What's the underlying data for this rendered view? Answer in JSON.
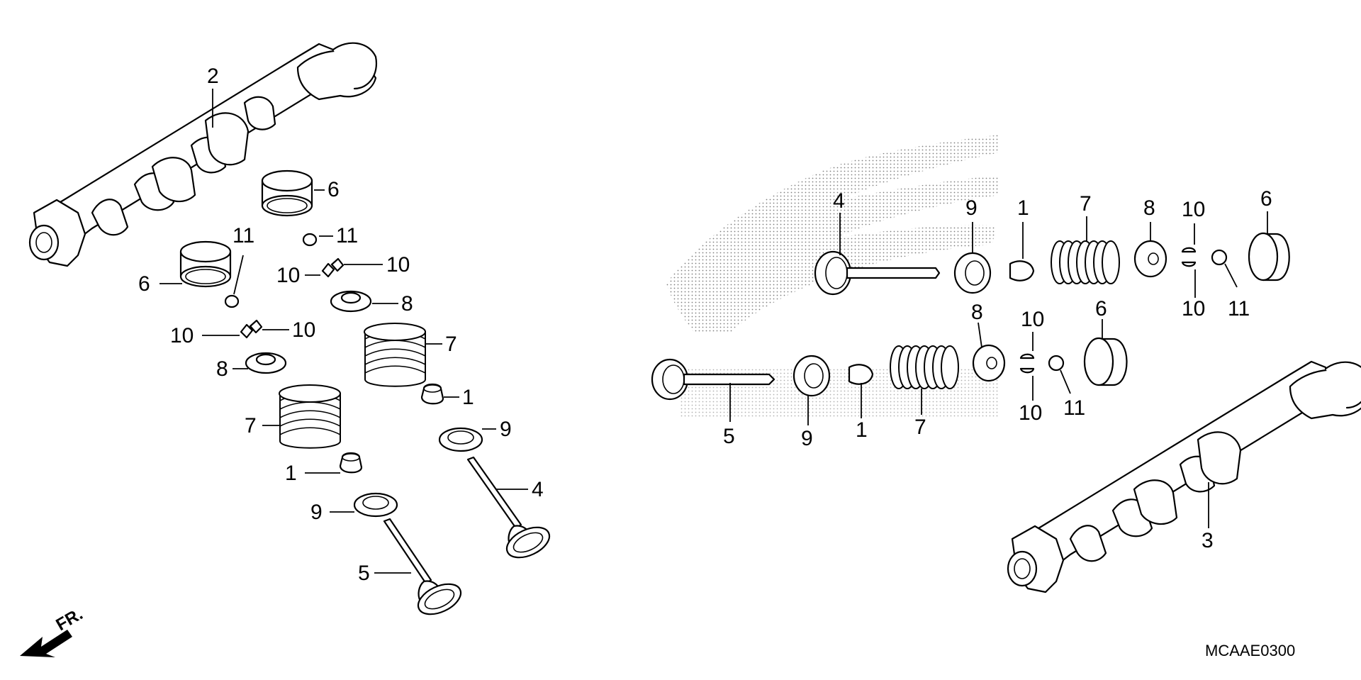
{
  "diagram": {
    "code": "MCAAE0300",
    "direction_label": "FR.",
    "callouts": [
      {
        "id": "c2",
        "text": "2"
      },
      {
        "id": "c6a",
        "text": "6"
      },
      {
        "id": "c11a",
        "text": "11"
      },
      {
        "id": "c11b",
        "text": "11"
      },
      {
        "id": "c6b",
        "text": "6"
      },
      {
        "id": "c10a",
        "text": "10"
      },
      {
        "id": "c10b",
        "text": "10"
      },
      {
        "id": "c8a",
        "text": "8"
      },
      {
        "id": "c10c",
        "text": "10"
      },
      {
        "id": "c10d",
        "text": "10"
      },
      {
        "id": "c7a",
        "text": "7"
      },
      {
        "id": "c8b",
        "text": "8"
      },
      {
        "id": "c1a",
        "text": "1"
      },
      {
        "id": "c7b",
        "text": "7"
      },
      {
        "id": "c9a",
        "text": "9"
      },
      {
        "id": "c1b",
        "text": "1"
      },
      {
        "id": "c4a",
        "text": "4"
      },
      {
        "id": "c9b",
        "text": "9"
      },
      {
        "id": "c5a",
        "text": "5"
      },
      {
        "id": "c4b",
        "text": "4"
      },
      {
        "id": "c9c",
        "text": "9"
      },
      {
        "id": "c1c",
        "text": "1"
      },
      {
        "id": "c7c",
        "text": "7"
      },
      {
        "id": "c8c",
        "text": "8"
      },
      {
        "id": "c10e",
        "text": "10"
      },
      {
        "id": "c6c",
        "text": "6"
      },
      {
        "id": "c10f",
        "text": "10"
      },
      {
        "id": "c11c",
        "text": "11"
      },
      {
        "id": "c8d",
        "text": "8"
      },
      {
        "id": "c10g",
        "text": "10"
      },
      {
        "id": "c6d",
        "text": "6"
      },
      {
        "id": "c5b",
        "text": "5"
      },
      {
        "id": "c9d",
        "text": "9"
      },
      {
        "id": "c1d",
        "text": "1"
      },
      {
        "id": "c7d",
        "text": "7"
      },
      {
        "id": "c10h",
        "text": "10"
      },
      {
        "id": "c11d",
        "text": "11"
      },
      {
        "id": "c3",
        "text": "3"
      }
    ]
  }
}
